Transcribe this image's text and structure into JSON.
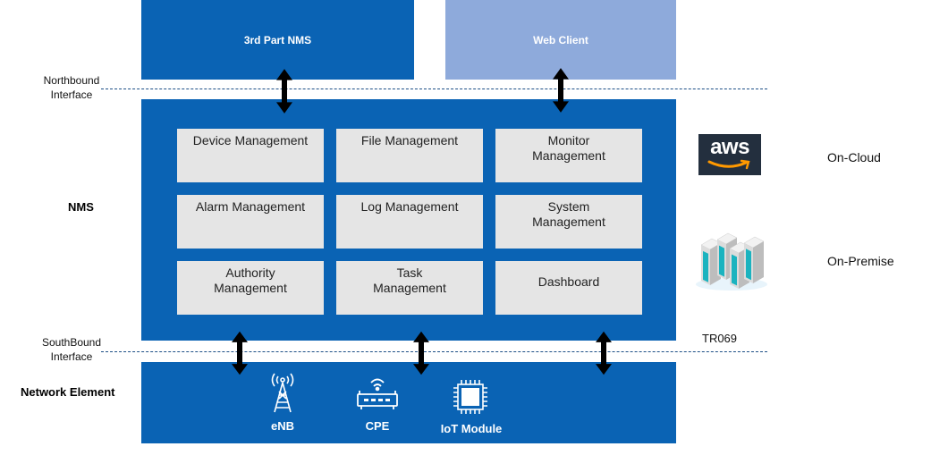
{
  "top": {
    "third_party": "3rd Part NMS",
    "web_client": "Web Client"
  },
  "interfaces": {
    "northbound": "Northbound\nInterface",
    "southbound": "SouthBound\nInterface"
  },
  "layers": {
    "nms": "NMS",
    "network_element": "Network Element"
  },
  "modules": [
    "Device Management",
    "File Management",
    "Monitor\nManagement",
    "Alarm Management",
    "Log Management",
    "System\nManagement",
    "Authority\nManagement",
    "Task\nManagement",
    "Dashboard"
  ],
  "deployment": {
    "cloud_logo": "aws",
    "cloud": "On-Cloud",
    "premise": "On-Premise",
    "protocol": "TR069"
  },
  "network_elements": {
    "enb": "eNB",
    "cpe": "CPE",
    "iot": "IoT Module"
  },
  "colors": {
    "primary_blue": "#0a63b4",
    "light_blue": "#8eaadb",
    "module_gray": "#e5e5e5",
    "aws_dark": "#232f3e",
    "aws_orange": "#ff9900"
  }
}
